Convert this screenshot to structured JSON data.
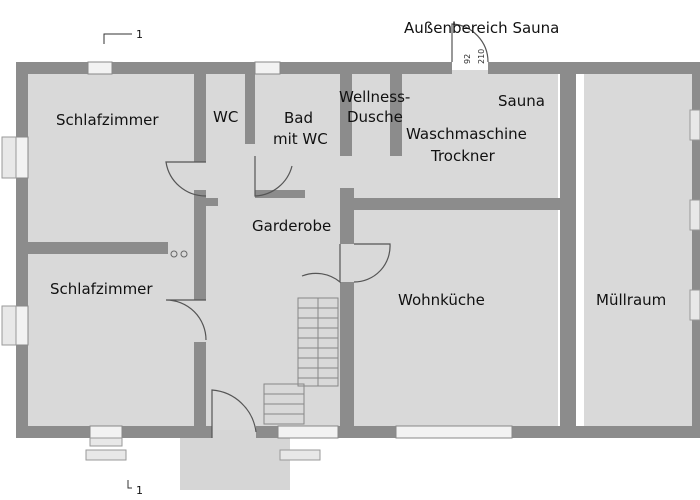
{
  "outside_label": "Außenbereich Sauna",
  "section_marker": "1",
  "door_dims": [
    "92",
    "210"
  ],
  "rooms": {
    "bedroom_top": "Schlafzimmer",
    "bedroom_bottom": "Schlafzimmer",
    "wc": "WC",
    "bath_line1": "Bad",
    "bath_line2": "mit WC",
    "wellness_line1": "Wellness-",
    "wellness_line2": "Dusche",
    "sauna": "Sauna",
    "laundry_line1": "Waschmaschine",
    "laundry_line2": "Trockner",
    "wardrobe": "Garderobe",
    "kitchen": "Wohnküche",
    "waste_room": "Müllraum"
  },
  "colors": {
    "wall": "#8c8c8c",
    "floor": "#d9d9d9",
    "line": "#6e6e6e",
    "window": "#f2f2f2"
  }
}
